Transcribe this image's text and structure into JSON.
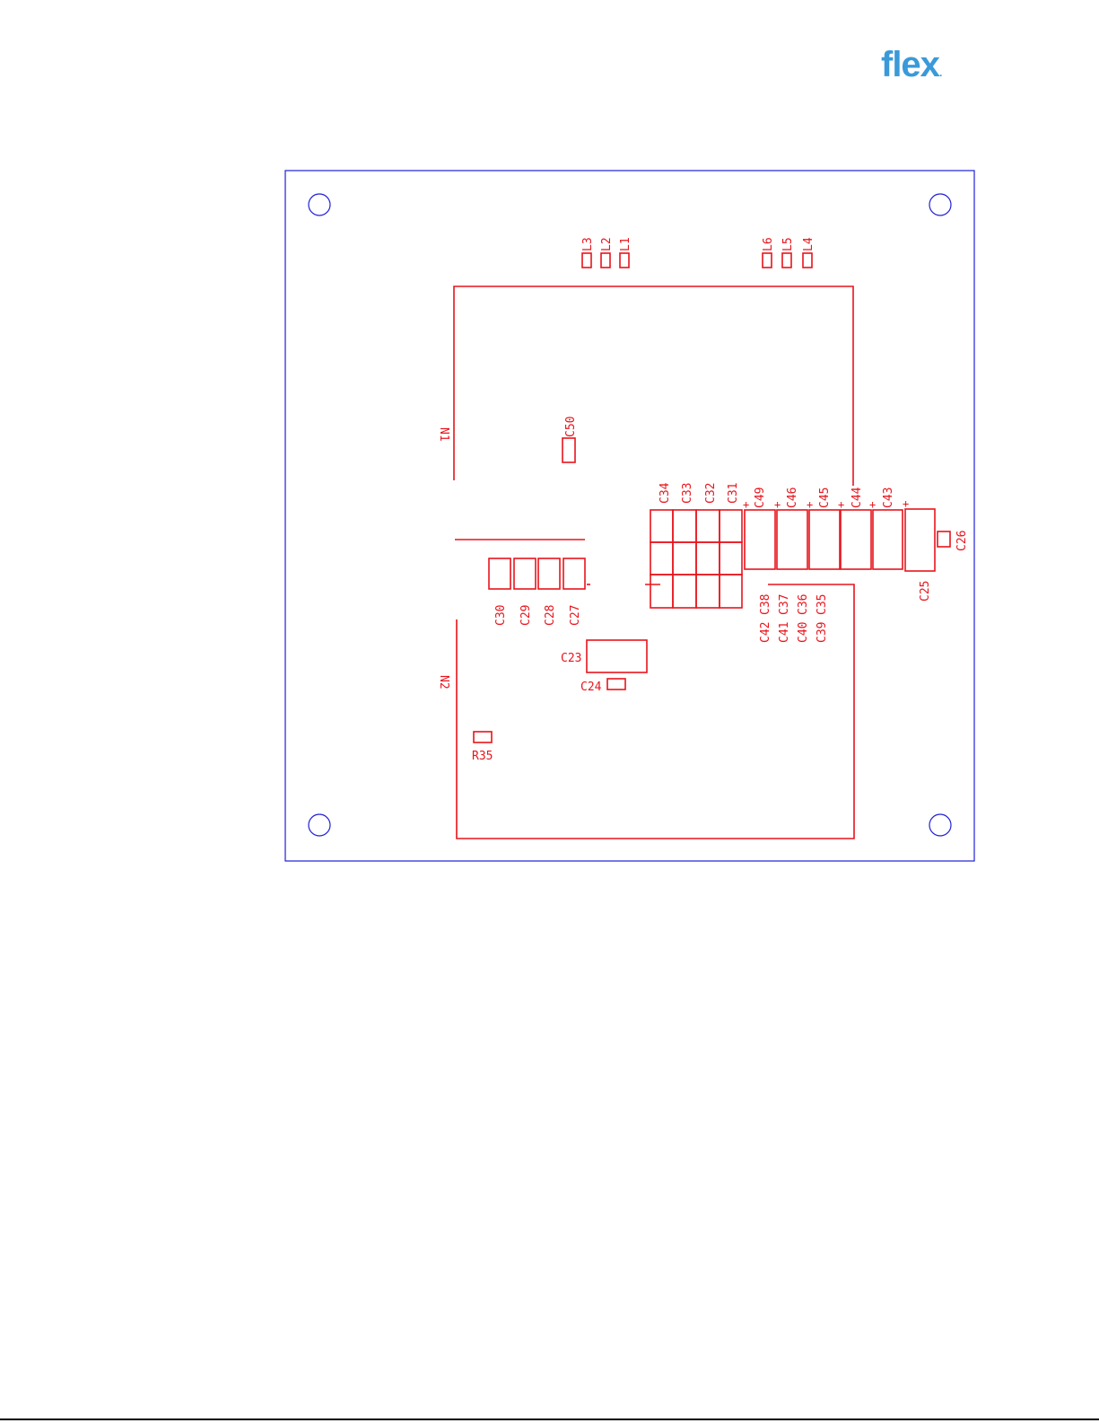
{
  "logo": {
    "text": "flex",
    "dot": ".",
    "color": "#3a9ad9"
  },
  "colors": {
    "board_outline": "#1f1fd6",
    "silkscreen": "#e8141c"
  },
  "components": {
    "inductors": [
      "L3",
      "L2",
      "L1",
      "L6",
      "L5",
      "L4"
    ],
    "modules": [
      "N1",
      "N2"
    ],
    "caps_left_row": [
      "C30",
      "C29",
      "C28",
      "C27"
    ],
    "caps_grid_top": [
      "C34",
      "C33",
      "C32",
      "C31"
    ],
    "caps_grid_bottom": [
      "C42",
      "C41",
      "C40",
      "C39",
      "C38",
      "C37",
      "C36",
      "C35"
    ],
    "caps_polarized": [
      "C49",
      "C46",
      "C45",
      "C44",
      "C43"
    ],
    "misc": {
      "c50": "C50",
      "c23": "C23",
      "c24": "C24",
      "c25": "C25",
      "c26": "C26",
      "r35": "R35"
    }
  }
}
